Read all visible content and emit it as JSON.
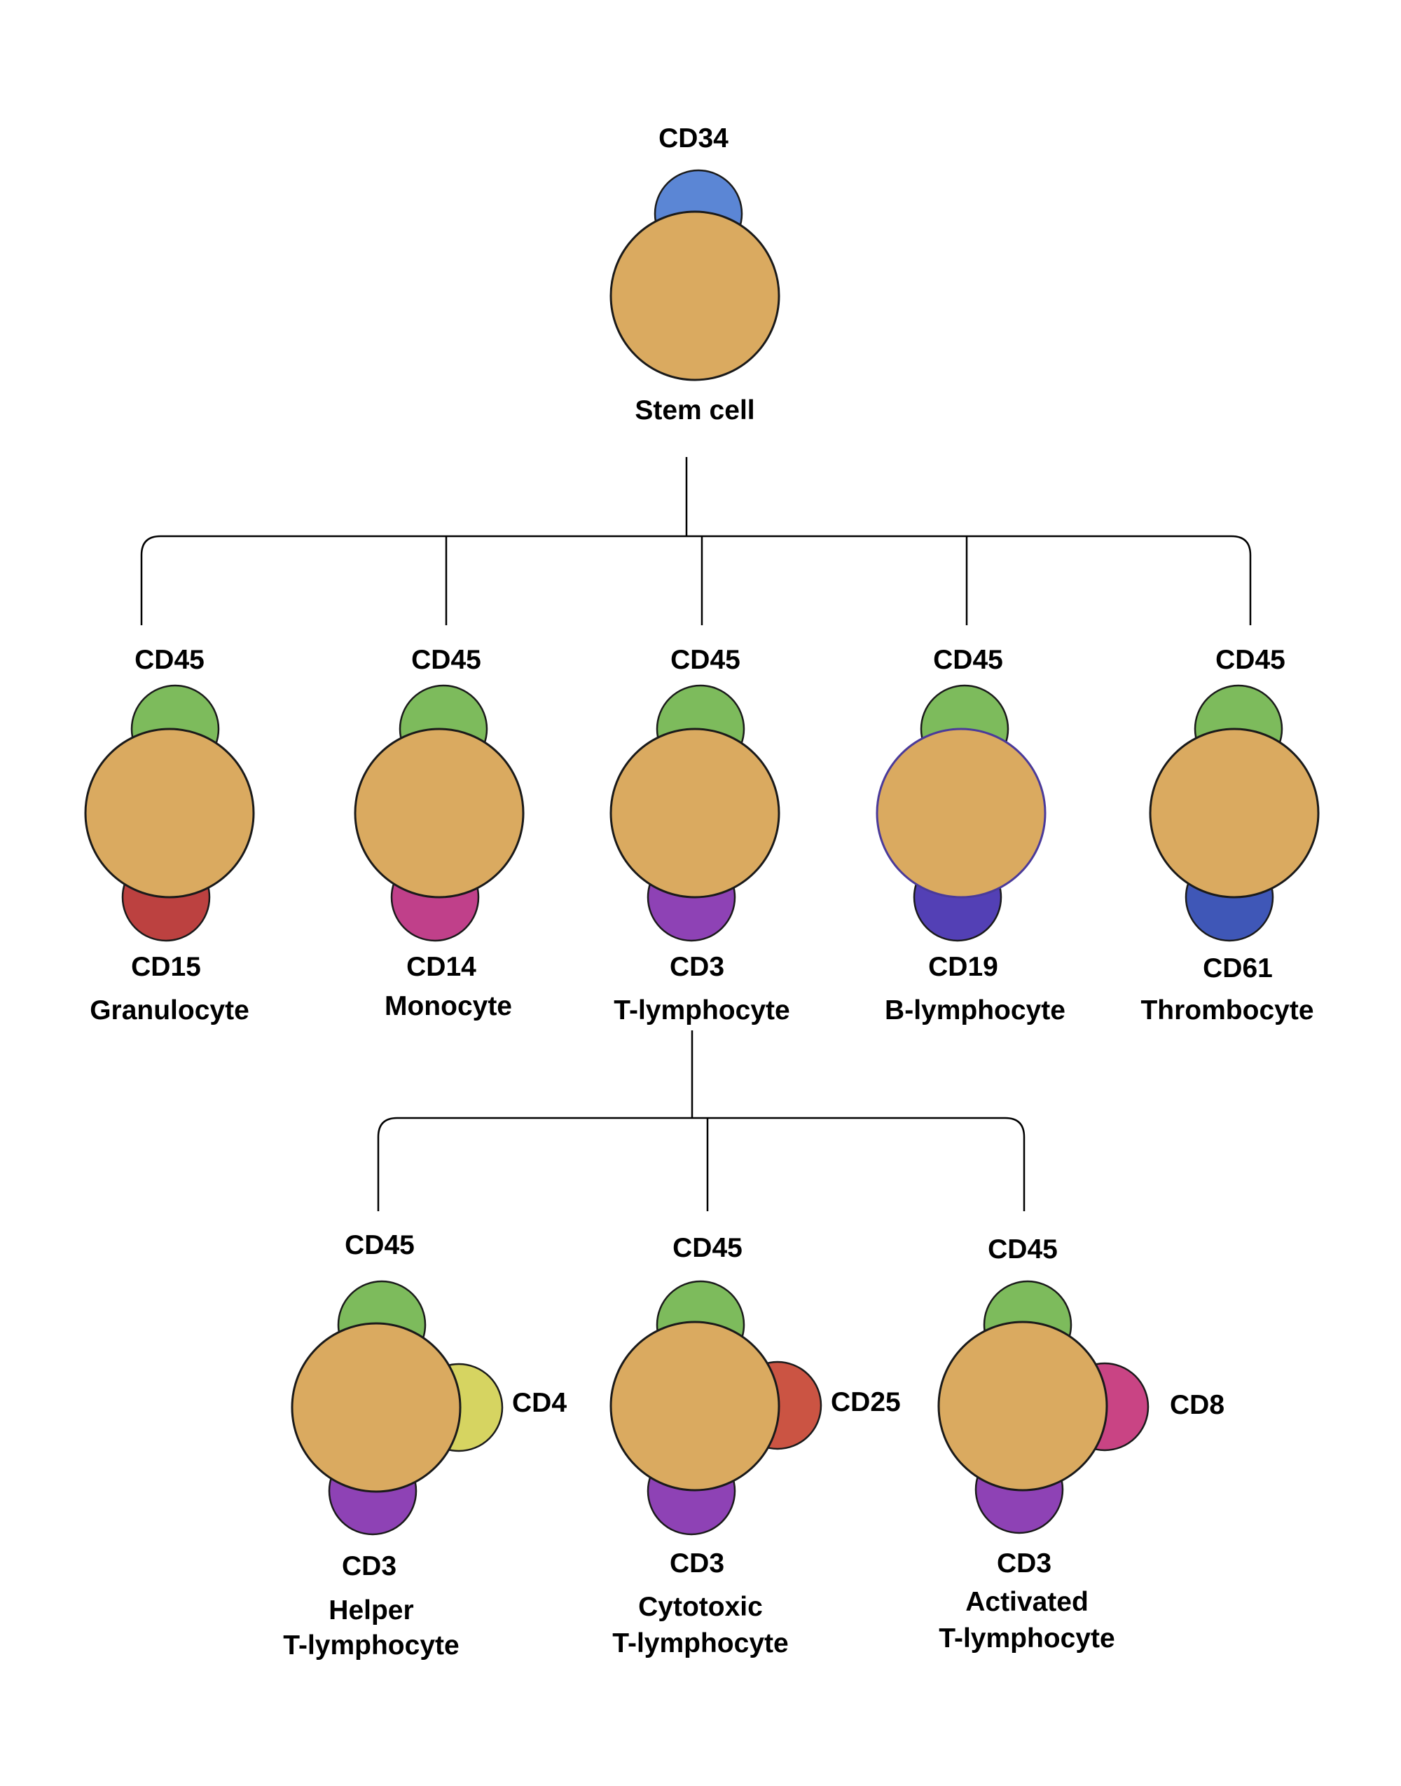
{
  "colors": {
    "cell_body": "#DAAA60",
    "CD34": "#5B86D5",
    "CD45": "#7DBB5C",
    "CD15": "#BC4140",
    "CD14": "#C0408A",
    "CD3": "#8E42B5",
    "CD19": "#5340B5",
    "CD61": "#3F57B7",
    "CD4": "#D6D461",
    "CD25": "#CB5443",
    "CD8": "#C94484",
    "outline": "#1a1a1a",
    "connector": "#000000"
  },
  "cells": {
    "stem": {
      "top_marker": "CD34",
      "name": "Stem cell"
    },
    "granulocyte": {
      "top_marker": "CD45",
      "bottom_marker": "CD15",
      "name": "Granulocyte"
    },
    "monocyte": {
      "top_marker": "CD45",
      "bottom_marker": "CD14",
      "name": "Monocyte"
    },
    "t_lymphocyte": {
      "top_marker": "CD45",
      "bottom_marker": "CD3",
      "name": "T-lymphocyte"
    },
    "b_lymphocyte": {
      "top_marker": "CD45",
      "bottom_marker": "CD19",
      "name": "B-lymphocyte"
    },
    "thrombocyte": {
      "top_marker": "CD45",
      "bottom_marker": "CD61",
      "name": "Thrombocyte"
    },
    "helper_t": {
      "top_marker": "CD45",
      "side_marker": "CD4",
      "bottom_marker": "CD3",
      "name_line1": "Helper",
      "name_line2": "T-lymphocyte"
    },
    "cytotoxic_t": {
      "top_marker": "CD45",
      "side_marker": "CD25",
      "bottom_marker": "CD3",
      "name_line1": "Cytotoxic",
      "name_line2": "T-lymphocyte"
    },
    "activated_t": {
      "top_marker": "CD45",
      "side_marker": "CD8",
      "bottom_marker": "CD3",
      "name_line1": "Activated",
      "name_line2": "T-lymphocyte"
    }
  }
}
